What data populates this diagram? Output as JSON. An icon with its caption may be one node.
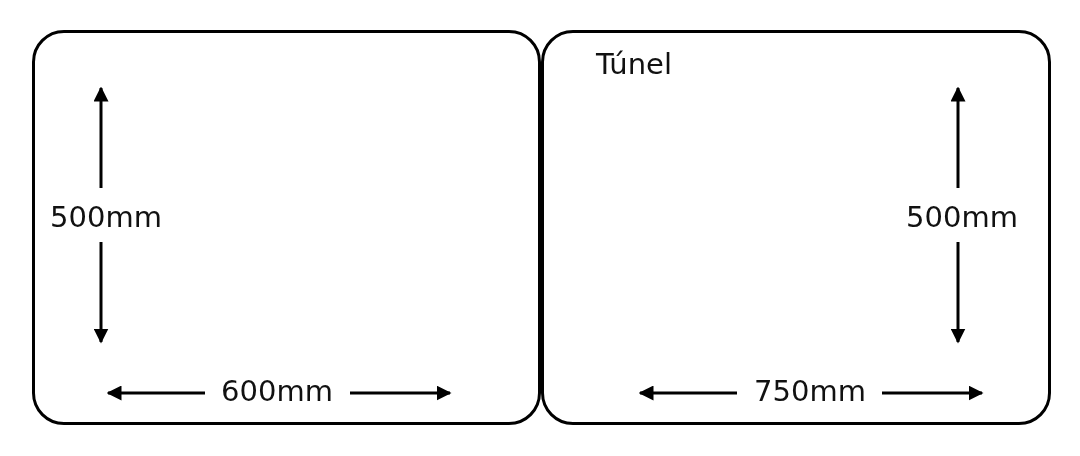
{
  "diagram": {
    "nodes": [
      {
        "text": [],
        "shape": "box"
      },
      {
        "text": [
          "Túnel"
        ]
      }
    ],
    "labels": [
      "500mm",
      "600mm",
      "500mm",
      "750mm"
    ]
  }
}
